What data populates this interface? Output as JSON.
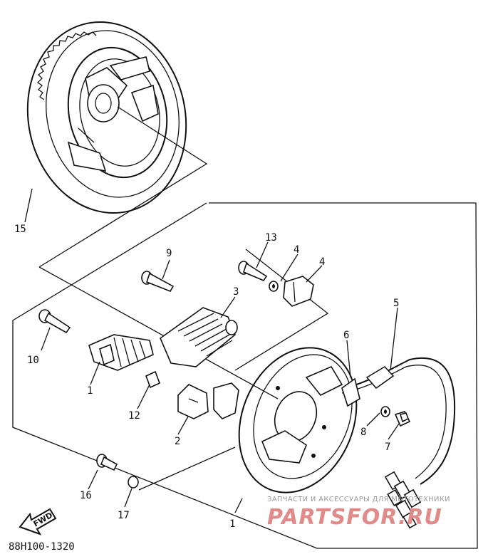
{
  "diagram": {
    "code": "88H100-1320",
    "direction_label": "FWD",
    "callouts": [
      "15",
      "13",
      "9",
      "4",
      "4",
      "3",
      "5",
      "10",
      "6",
      "1",
      "12",
      "8",
      "7",
      "2",
      "16",
      "17",
      "1"
    ]
  },
  "watermark": {
    "top_text": "ЗАПЧАСТИ И АКСЕССУАРЫ ДЛЯ МОТОТЕХНИКИ",
    "brand": "PARTSFOR.RU"
  }
}
